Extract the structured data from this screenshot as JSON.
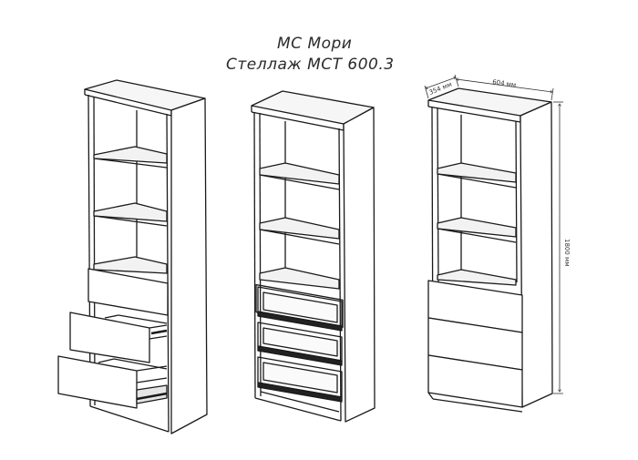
{
  "title": {
    "line1": "МС Мори",
    "line2": "Стеллаж МСТ 600.3"
  },
  "dimensions": {
    "depth": "354 мм",
    "width": "604 мм",
    "height": "1800 мм"
  }
}
